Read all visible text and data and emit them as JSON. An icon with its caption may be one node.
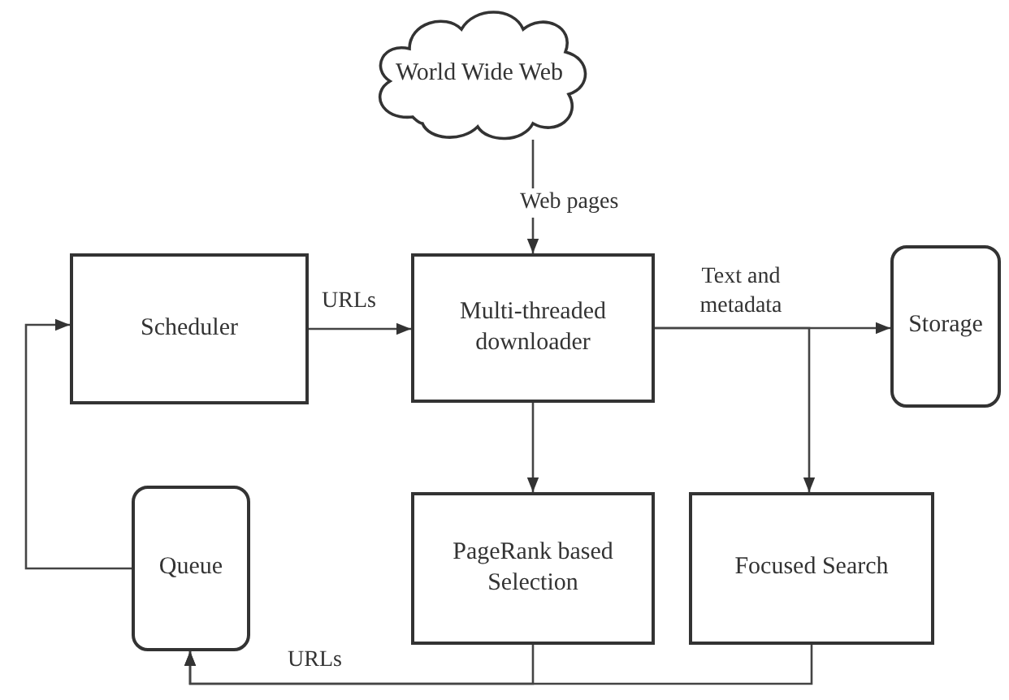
{
  "diagram": {
    "nodes": [
      {
        "text": [
          "World Wide Web"
        ]
      },
      {
        "text": [
          "Scheduler"
        ]
      },
      {
        "text": [
          "Multi-threaded downloader"
        ]
      },
      {
        "text": [
          "Storage"
        ]
      },
      {
        "text": [
          "Queue"
        ]
      },
      {
        "text": [
          "PageRank based Selection"
        ]
      },
      {
        "text": [
          "Focused Search"
        ]
      }
    ],
    "edges": [
      {
        "from": 0,
        "to": 2,
        "arrow": "to",
        "label": "Web pages"
      },
      {
        "from": 1,
        "to": 2,
        "arrow": "to",
        "label": "URLs"
      },
      {
        "from": 2,
        "to": 3,
        "arrow": "to",
        "label": "Text and metadata"
      },
      {
        "from": 2,
        "to": 5,
        "arrow": "to"
      },
      {
        "from": 2,
        "to": 6,
        "arrow": "to"
      },
      {
        "from": 5,
        "to": 4,
        "arrow": "to",
        "label": "URLs"
      },
      {
        "from": 6,
        "to": 4,
        "arrow": "to"
      },
      {
        "from": 4,
        "to": 1,
        "arrow": "to"
      }
    ]
  }
}
